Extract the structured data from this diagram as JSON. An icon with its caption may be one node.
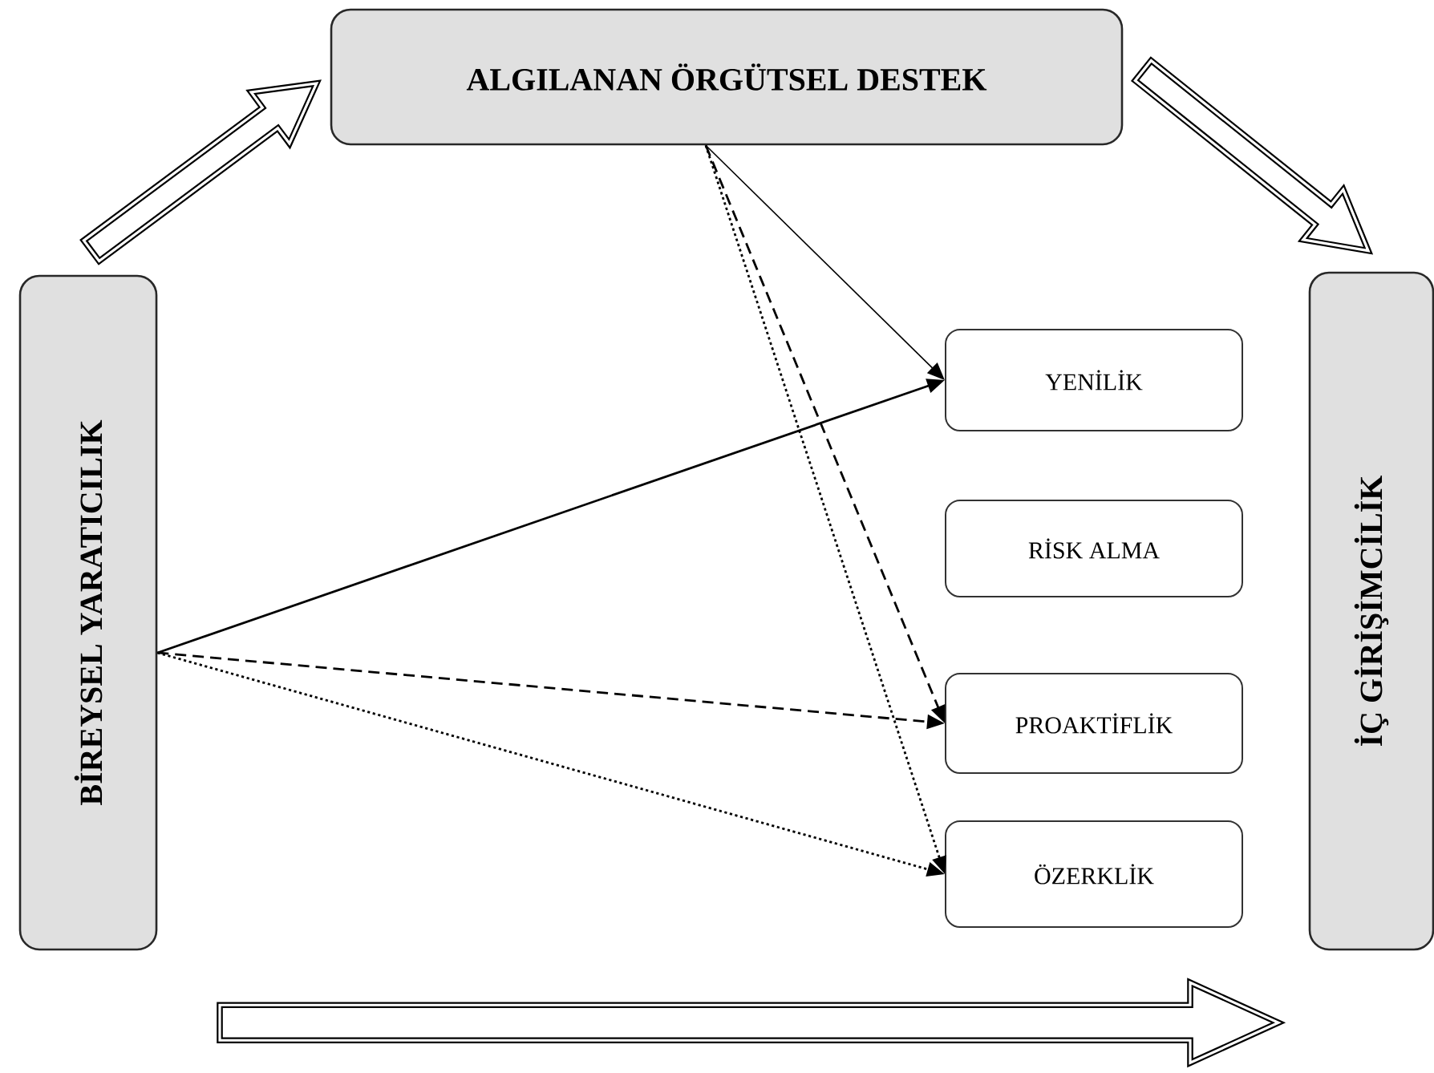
{
  "diagram": {
    "nodes": [
      {
        "text": [
          "BİREYSEL YARATICILIK"
        ]
      },
      {
        "text": [
          "ALGILANAN ÖRGÜTSEL DESTEK"
        ]
      },
      {
        "text": [
          "İÇ GİRİŞİMCİLİK"
        ]
      },
      {
        "text": [
          "YENİLİK"
        ]
      },
      {
        "text": [
          "RİSK ALMA"
        ]
      },
      {
        "text": [
          "PROAKTİFLİK"
        ]
      },
      {
        "text": [
          "ÖZERKLİK"
        ]
      }
    ],
    "edges": [
      {
        "from": 0,
        "to": 1,
        "arrow": "to",
        "style": "thick"
      },
      {
        "from": 1,
        "to": 2,
        "arrow": "to",
        "style": "thick"
      },
      {
        "from": 0,
        "to": 2,
        "arrow": "to",
        "style": "thick"
      },
      {
        "from": 1,
        "to": 3,
        "arrow": "to"
      },
      {
        "from": 1,
        "to": 5,
        "arrow": "to",
        "style": "dashed"
      },
      {
        "from": 1,
        "to": 6,
        "arrow": "to",
        "style": "dashed"
      },
      {
        "from": 0,
        "to": 3,
        "arrow": "to"
      },
      {
        "from": 0,
        "to": 5,
        "arrow": "to",
        "style": "dashed"
      },
      {
        "from": 0,
        "to": 6,
        "arrow": "to",
        "style": "dashed"
      }
    ]
  }
}
